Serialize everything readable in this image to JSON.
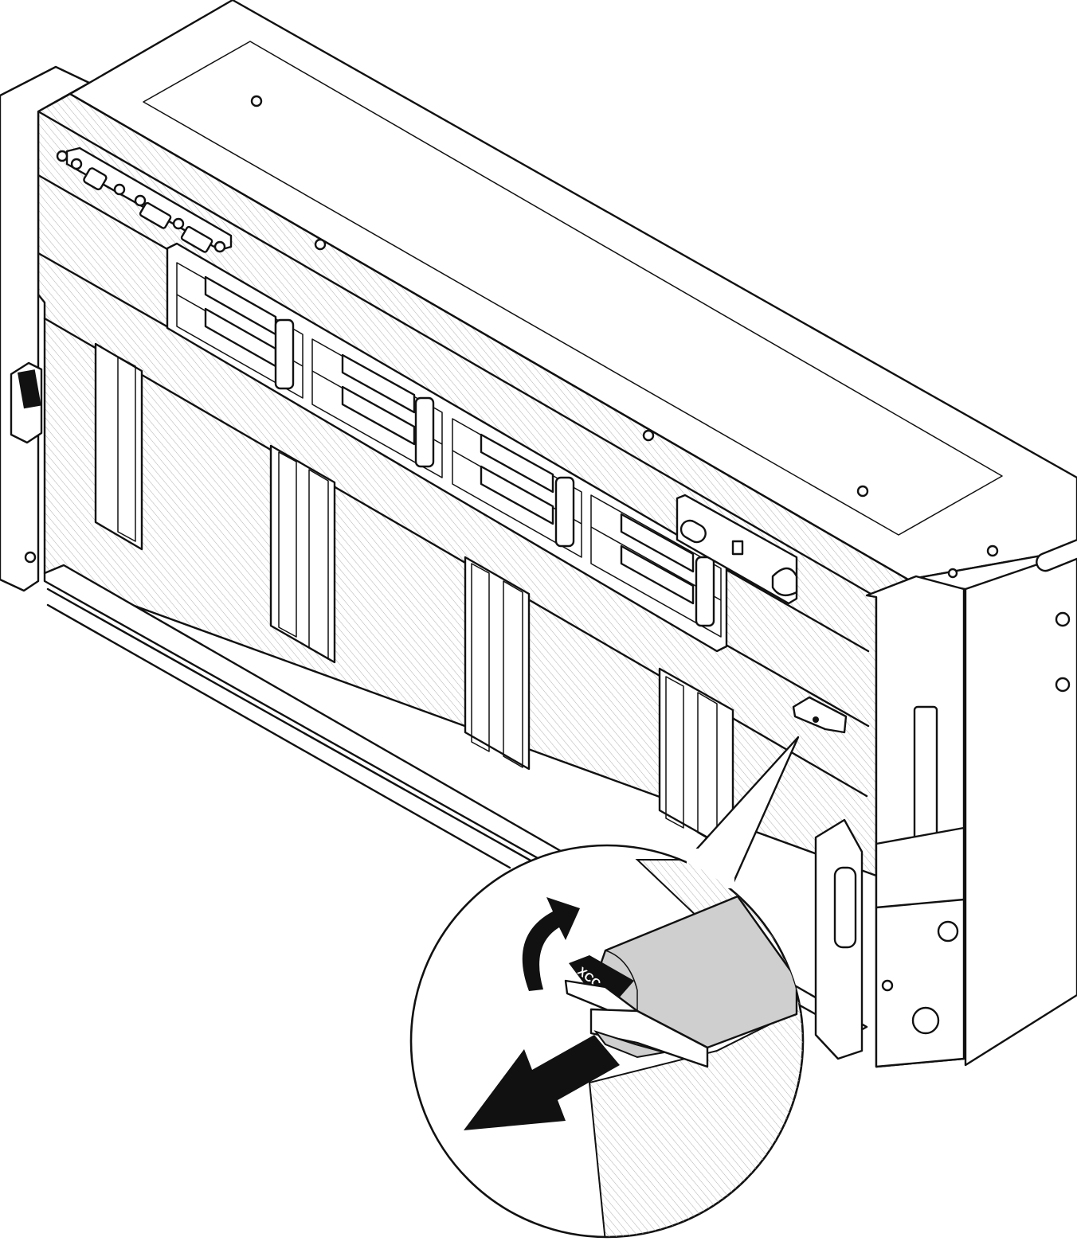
{
  "figure": {
    "subject": "server-chassis-front-view",
    "callout": "xcc-network-access-tag-removal",
    "tag_label": "XCC",
    "arrows": [
      "rotate-arrow",
      "pull-out-arrow"
    ]
  },
  "colors": {
    "line": "#111111",
    "background": "#ffffff",
    "tag_fill": "#cfcfcf",
    "hatch": "#b0b0b0"
  }
}
